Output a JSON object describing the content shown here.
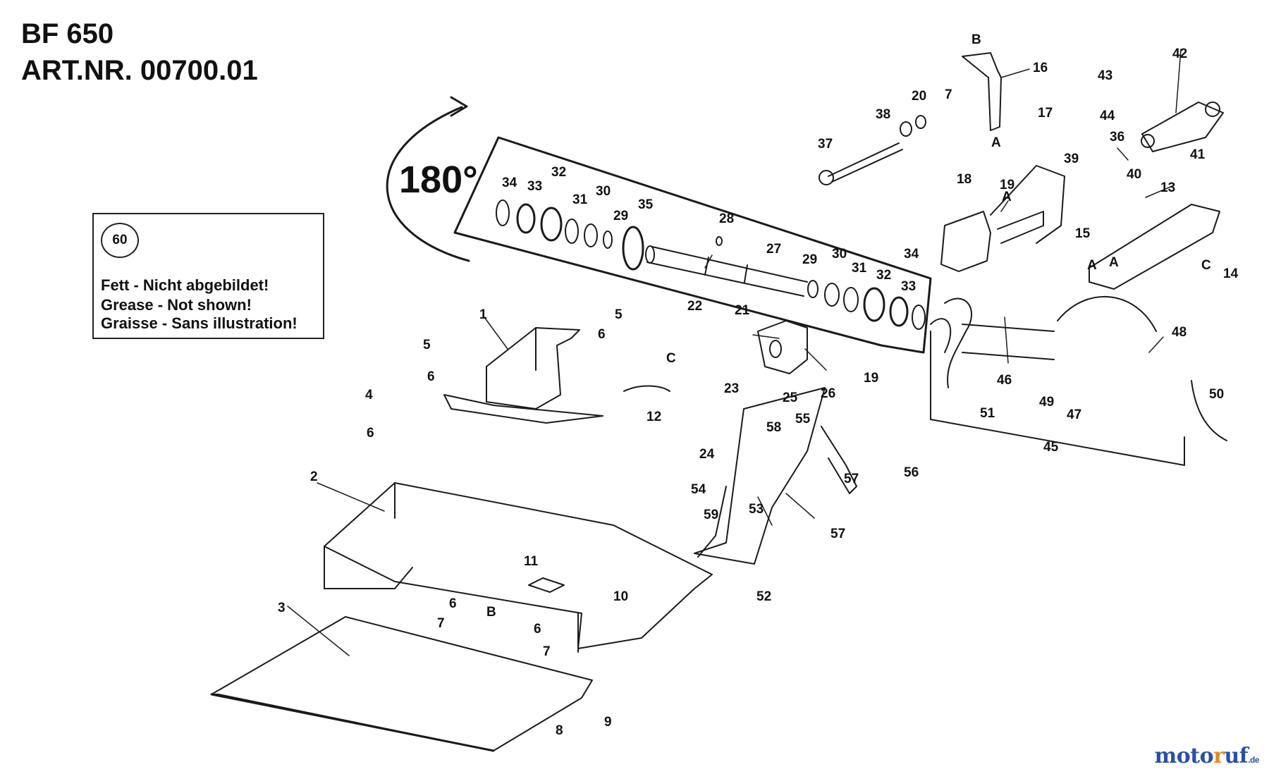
{
  "header": {
    "model": "BF 650",
    "article": "ART.NR. 00700.01"
  },
  "rotation_label": "180°",
  "grease_note": {
    "number": "60",
    "lines": [
      "Fett - Nicht abgebildet!",
      "Grease - Not shown!",
      "Graisse - Sans illustration!"
    ]
  },
  "watermark": {
    "part1": "moto",
    "part2": "r",
    "part3": "uf",
    "suffix": ".de"
  },
  "part_labels": [
    "1",
    "2",
    "3",
    "4",
    "5",
    "5",
    "6",
    "6",
    "6",
    "6",
    "6",
    "7",
    "7",
    "7",
    "8",
    "9",
    "10",
    "11",
    "12",
    "13",
    "14",
    "15",
    "16",
    "17",
    "18",
    "19",
    "19",
    "20",
    "21",
    "22",
    "23",
    "24",
    "25",
    "26",
    "27",
    "28",
    "29",
    "29",
    "30",
    "30",
    "31",
    "31",
    "32",
    "32",
    "33",
    "33",
    "34",
    "34",
    "35",
    "36",
    "37",
    "38",
    "39",
    "40",
    "41",
    "42",
    "43",
    "44",
    "45",
    "46",
    "47",
    "48",
    "49",
    "50",
    "51",
    "52",
    "53",
    "54",
    "55",
    "56",
    "57",
    "57",
    "58",
    "59"
  ],
  "ref_labels": [
    "A",
    "A",
    "A",
    "A",
    "B",
    "B",
    "C",
    "C"
  ],
  "colors": {
    "line": "#1a1a1a",
    "text": "#111111",
    "logo_blue": "#2a4fa8",
    "logo_orange": "#e0892a"
  }
}
